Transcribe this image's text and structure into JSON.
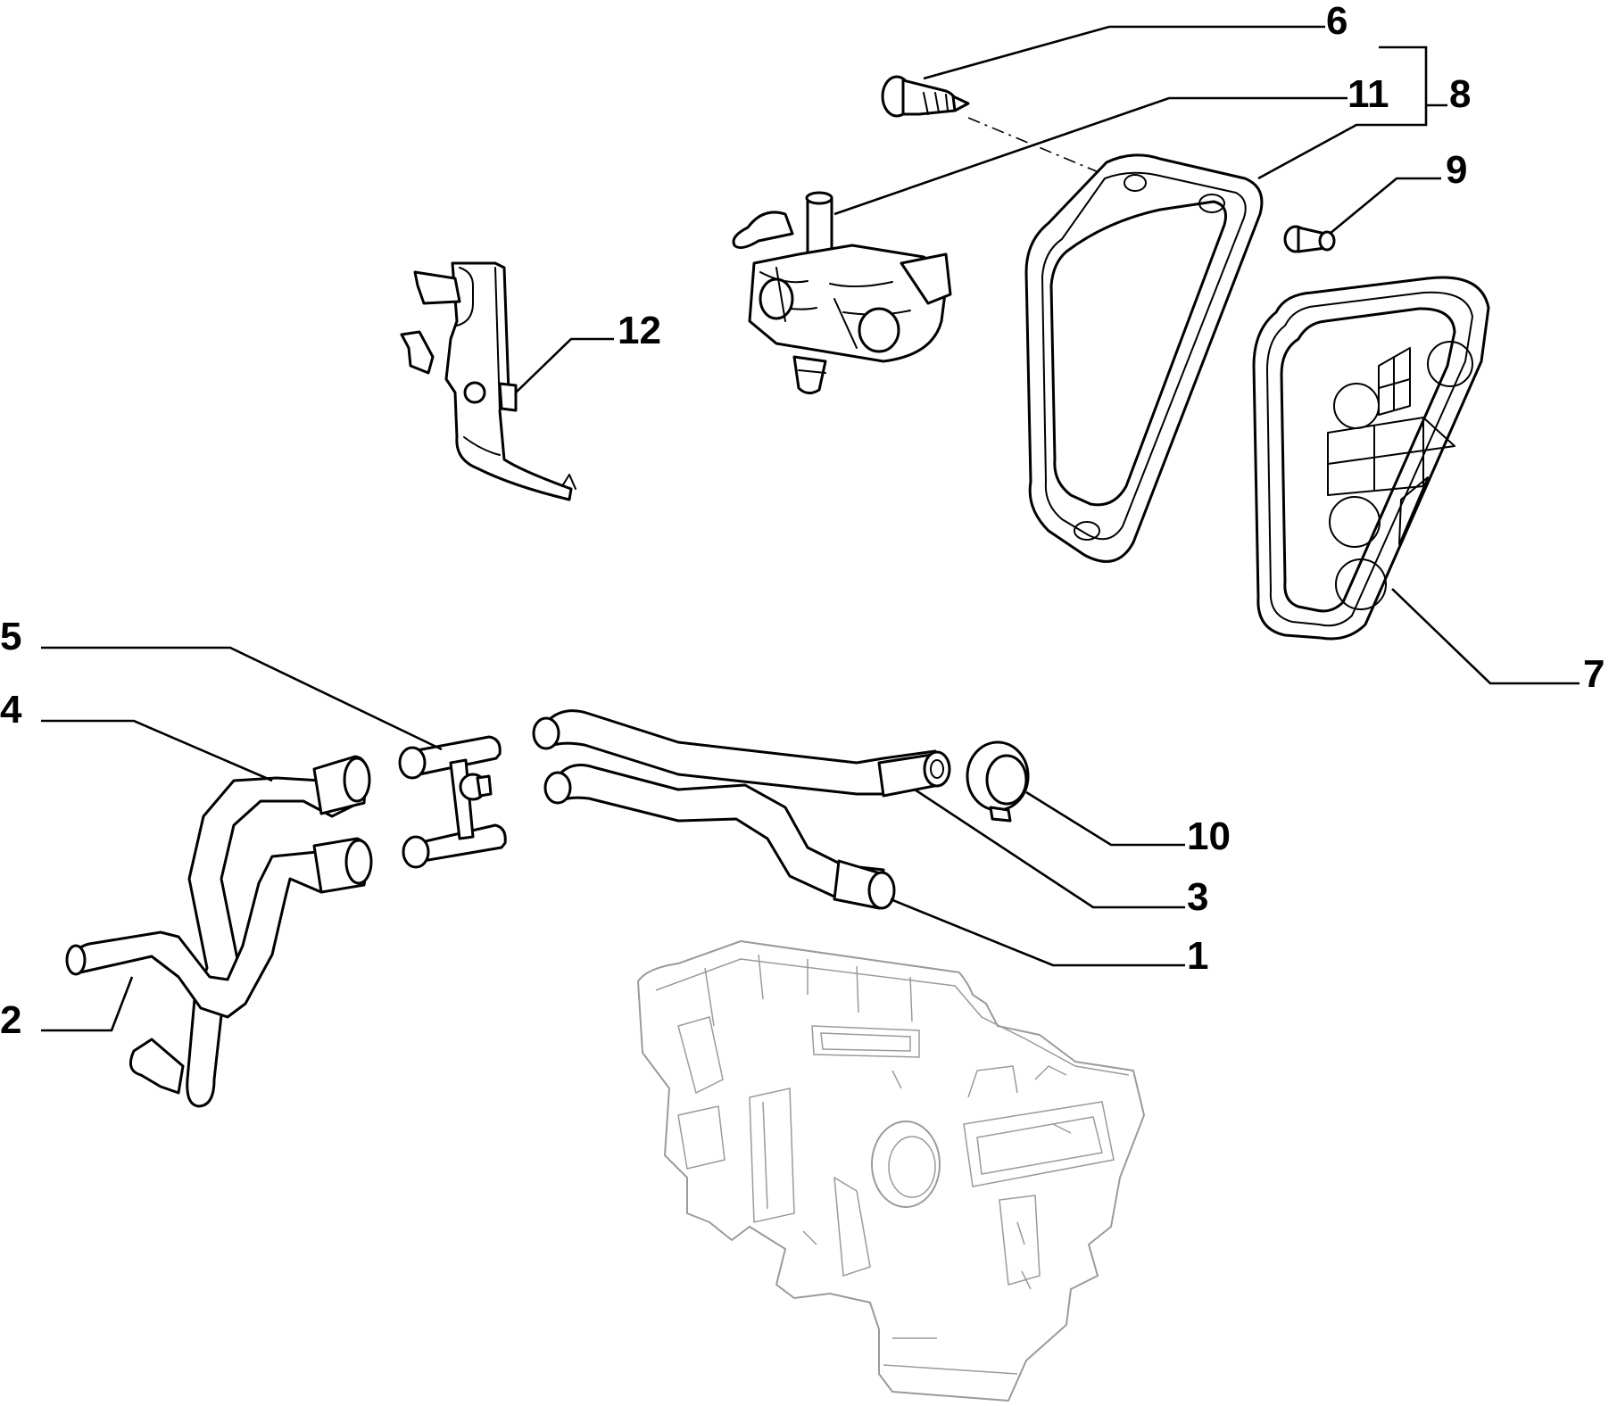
{
  "callouts": {
    "c1": "1",
    "c2": "2",
    "c3": "3",
    "c4": "4",
    "c5": "5",
    "c6": "6",
    "c7": "7",
    "c8": "8",
    "c9": "9",
    "c10": "10",
    "c11": "11",
    "c12": "12"
  },
  "colors": {
    "line": "#000000",
    "ghost": "#9a9a9a",
    "background": "#ffffff"
  }
}
